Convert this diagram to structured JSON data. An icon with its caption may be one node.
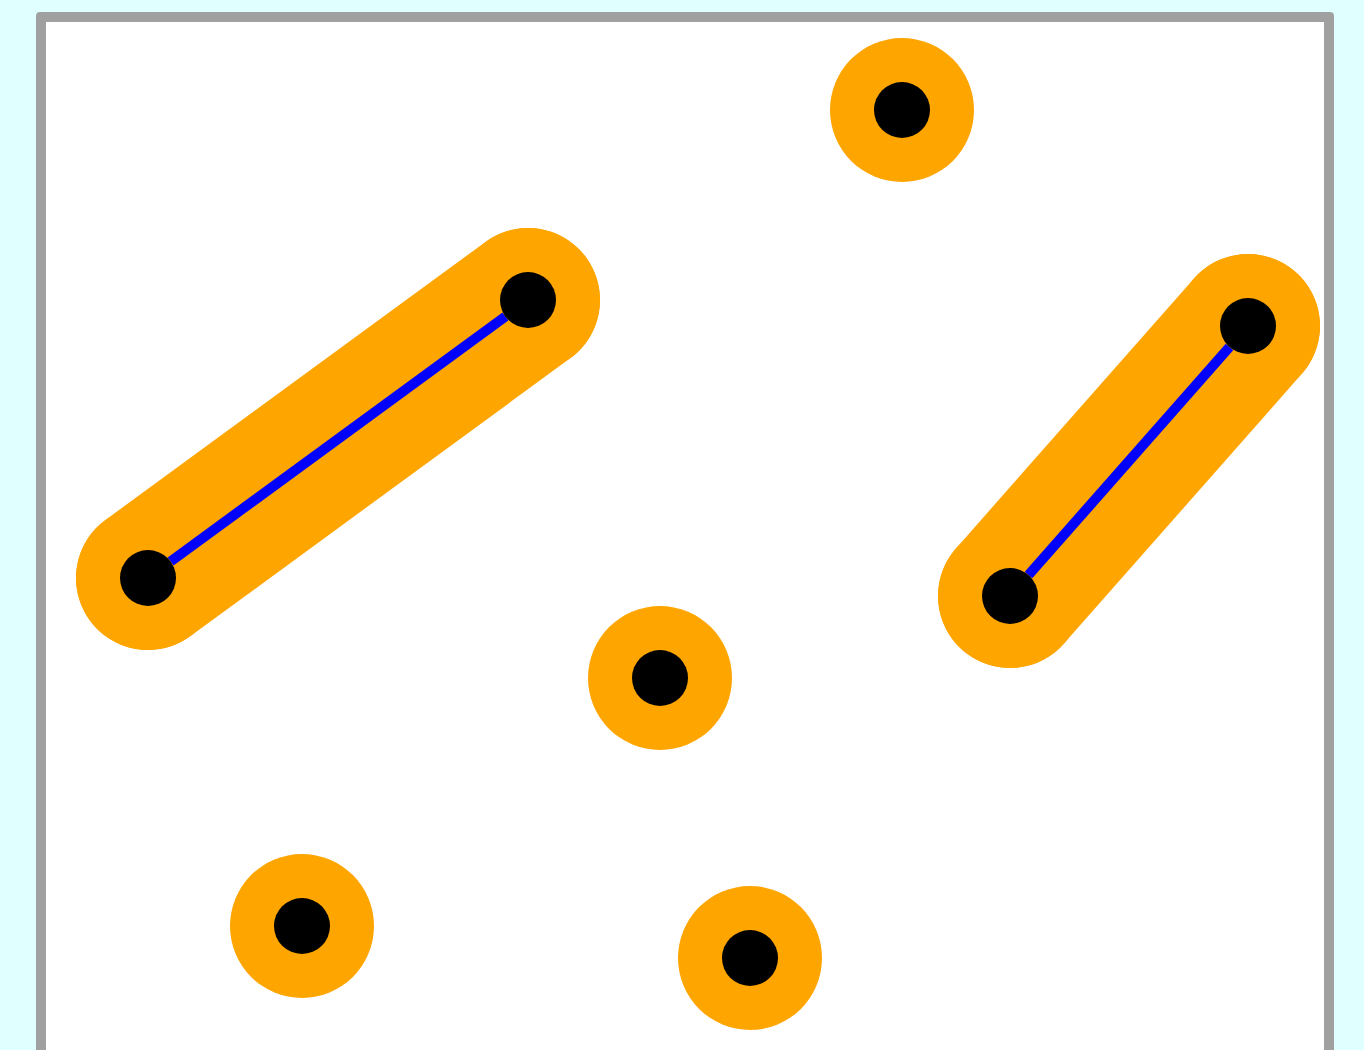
{
  "diagram": {
    "nodes": [
      {
        "text": [],
        "shape": "circle"
      },
      {
        "text": [],
        "shape": "circle"
      },
      {
        "text": [],
        "shape": "circle"
      },
      {
        "text": [],
        "shape": "circle"
      },
      {
        "text": [],
        "shape": "circle"
      },
      {
        "text": [],
        "shape": "circle"
      },
      {
        "text": [],
        "shape": "circle"
      },
      {
        "text": [],
        "shape": "circle"
      }
    ],
    "edges": [
      {
        "from": 3,
        "to": 1,
        "arrow": "none"
      },
      {
        "from": 4,
        "to": 2,
        "arrow": "none"
      }
    ]
  }
}
